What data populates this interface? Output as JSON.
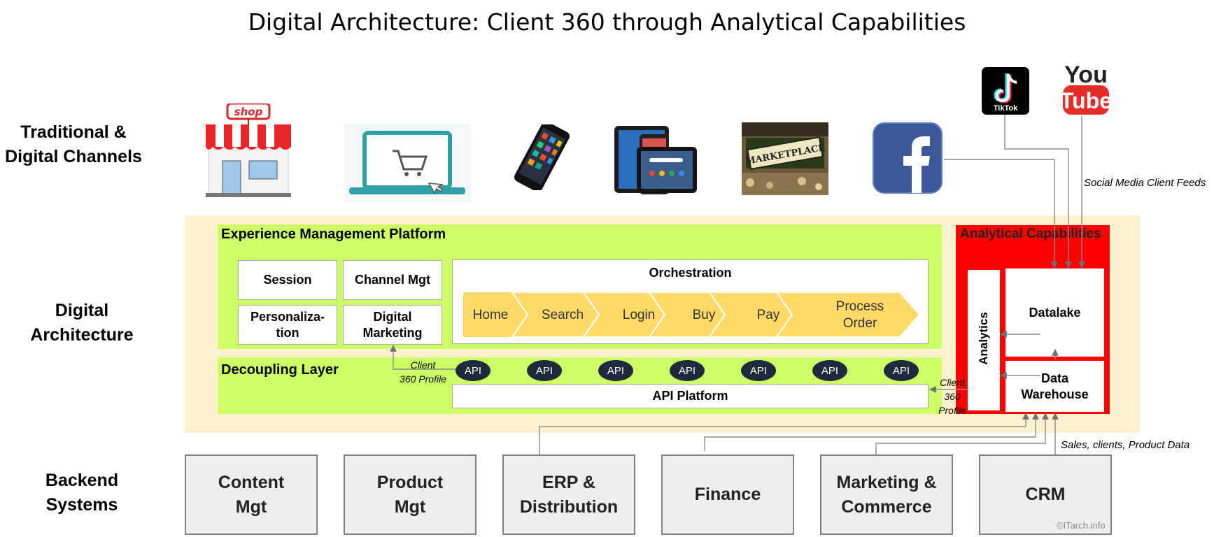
{
  "title": "Digital Architecture: Client 360 through Analytical Capabilities",
  "row_labels": {
    "channels": [
      "Traditional &",
      "Digital Channels"
    ],
    "architecture": [
      "Digital",
      "Architecture"
    ],
    "backend": [
      "Backend",
      "Systems"
    ]
  },
  "channels": {
    "shop_sign": "shop",
    "marketplace_sign": "MARKETPLACE",
    "tiktok": "TikTok",
    "youtube_top": "You",
    "youtube_bottom": "Tube",
    "social_feed_label": "Social Media Client Feeds"
  },
  "experience": {
    "title": "Experience Management Platform",
    "boxes": {
      "session": "Session",
      "channel_mgt": "Channel Mgt",
      "personalization": [
        "Personaliza-",
        "tion"
      ],
      "digital_marketing": [
        "Digital",
        "Marketing"
      ]
    },
    "orchestration": {
      "title": "Orchestration",
      "steps": [
        "Home",
        "Search",
        "Login",
        "Buy",
        "Pay",
        "Process Order"
      ]
    }
  },
  "decoupling": {
    "title": "Decoupling Layer",
    "client_profile_label": [
      "Client",
      "360 Profile"
    ],
    "api_label": "API",
    "api_platform": "API Platform"
  },
  "analytics": {
    "title": "Analytical Capabilities",
    "analytics_label": "Analytics",
    "datalake": "Datalake",
    "warehouse": [
      "Data",
      "Warehouse"
    ],
    "client_profile_label": [
      "Client",
      "360",
      "Profile"
    ]
  },
  "backend": {
    "systems": [
      [
        "Content",
        "Mgt"
      ],
      [
        "Product",
        "Mgt"
      ],
      [
        "ERP &",
        "Distribution"
      ],
      [
        "Finance"
      ],
      [
        "Marketing &",
        "Commerce"
      ],
      [
        "CRM"
      ]
    ],
    "sales_label": "Sales, clients, Product Data",
    "copyright": "©ITarch.info"
  },
  "colors": {
    "beige": "#fdf0cc",
    "green": "#ccff66",
    "chevron": "#ffd966",
    "red": "#ff0000",
    "api": "#1f2b3d",
    "backend_fill": "#eeeeee"
  }
}
